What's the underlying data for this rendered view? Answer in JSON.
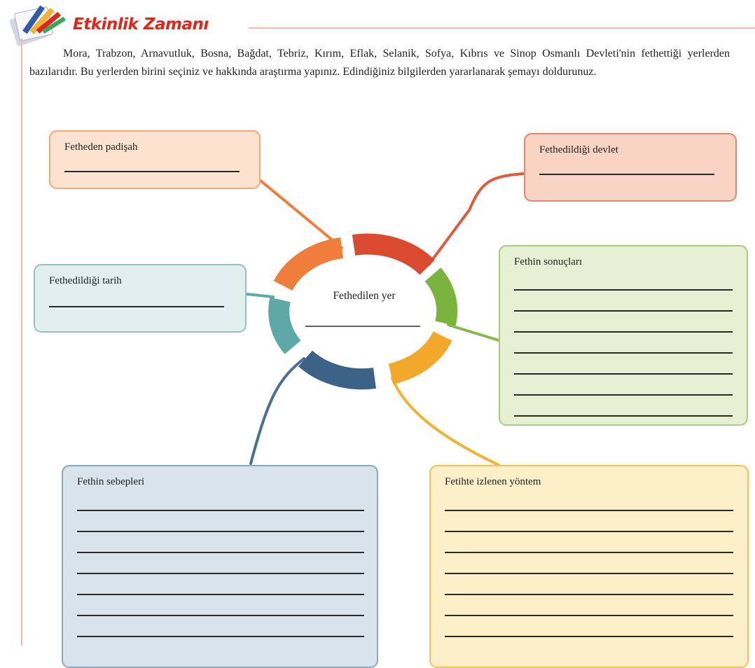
{
  "header": {
    "title": "Etkinlik Zamanı",
    "logo_icon": "pencil-notebook-icon",
    "accent_color": "#e1251b"
  },
  "instructions": "Mora, Trabzon, Arnavutluk, Bosna, Bağdat, Tebriz, Kırım, Eflak, Selanik, Sofya, Kıbrıs ve Sinop Osmanlı Devleti'nin fethettiği yerlerden bazılarıdır. Bu yerlerden birini seçiniz ve hakkında araştırma yapınız. Edindiğiniz bilgilerden yararlanarak şemayı doldurunuz.",
  "diagram": {
    "center_label": "Fethedilen yer",
    "boxes": {
      "conqueror": {
        "label": "Fetheden padişah",
        "color": "#ef7d3b"
      },
      "from_state": {
        "label": "Fethedildiği devlet",
        "color": "#e05a3c"
      },
      "date": {
        "label": "Fethedildiği tarih",
        "color": "#5ea8a7"
      },
      "results": {
        "label": "Fethin sonuçları",
        "color": "#86b84a"
      },
      "reasons": {
        "label": "Fethin sebepleri",
        "color": "#4a6f95"
      },
      "method": {
        "label": "Fetihte izlenen yöntem",
        "color": "#f2b233"
      }
    }
  }
}
